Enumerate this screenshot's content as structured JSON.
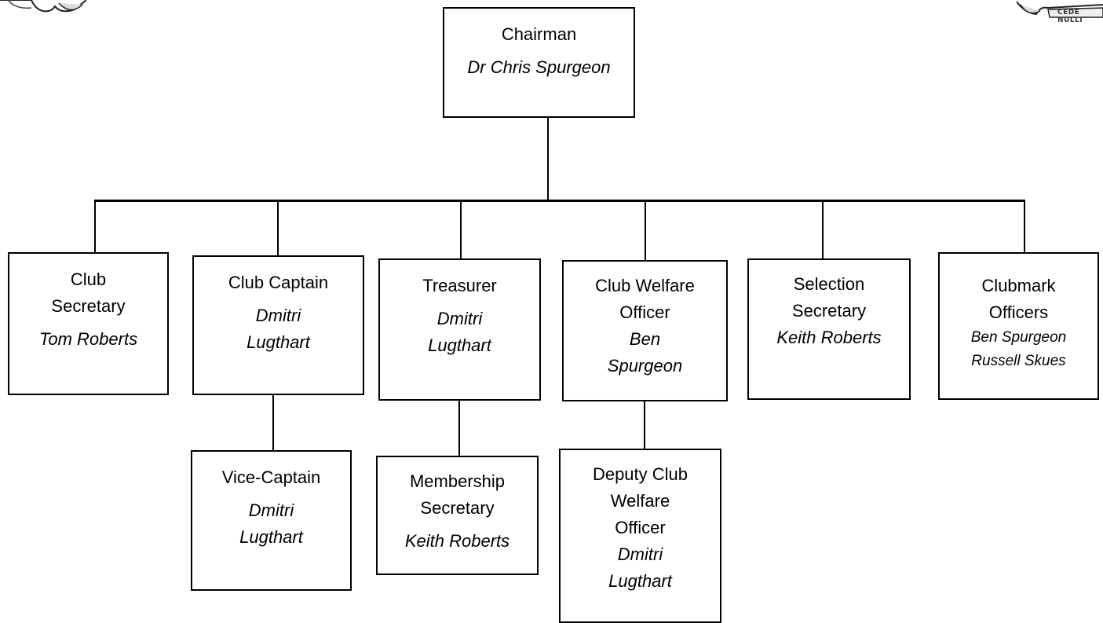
{
  "logos": {
    "right_motto": "CEDE NULLI"
  },
  "chairman": {
    "role": "Chairman",
    "name": "Dr Chris Spurgeon"
  },
  "officers": [
    {
      "role_lines": [
        "Club",
        "Secretary"
      ],
      "name_lines": [
        "Tom Roberts"
      ]
    },
    {
      "role_lines": [
        "Club Captain"
      ],
      "name_lines": [
        "Dmitri",
        "Lugthart"
      ]
    },
    {
      "role_lines": [
        "Treasurer"
      ],
      "name_lines": [
        "Dmitri",
        "Lugthart"
      ]
    },
    {
      "role_lines": [
        "Club Welfare",
        "Officer"
      ],
      "name_lines": [
        "Ben",
        "Spurgeon"
      ]
    },
    {
      "role_lines": [
        "Selection",
        "Secretary"
      ],
      "name_lines": [
        "Keith Roberts"
      ]
    },
    {
      "role_lines": [
        "Clubmark",
        "Officers"
      ],
      "name_lines": [
        "Ben Spurgeon",
        "Russell Skues"
      ]
    }
  ],
  "deputies": [
    {
      "role_lines": [
        "Vice-Captain"
      ],
      "name_lines": [
        "Dmitri",
        "Lugthart"
      ]
    },
    {
      "role_lines": [
        "Membership",
        "Secretary"
      ],
      "name_lines": [
        "Keith Roberts"
      ]
    },
    {
      "role_lines": [
        "Deputy Club",
        "Welfare",
        "Officer"
      ],
      "name_lines": [
        "Dmitri",
        "Lugthart"
      ]
    }
  ]
}
